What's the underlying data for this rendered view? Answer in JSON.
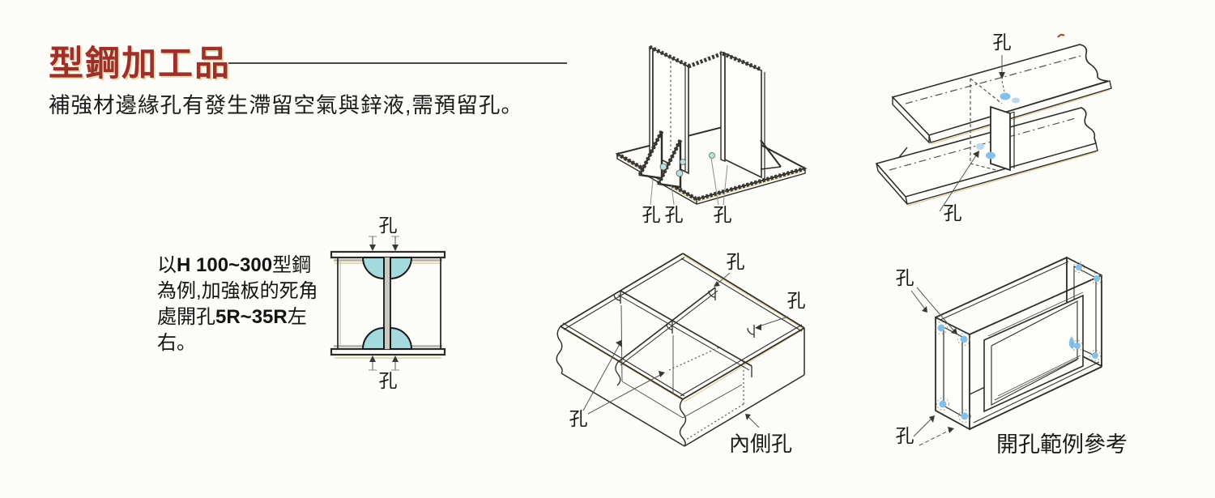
{
  "header": {
    "title": "型鋼加工品",
    "subtitle": "補強材邊緣孔有發生滯留空氣與鋅液,需預留孔。"
  },
  "note": {
    "seg1": "以",
    "seg2_bold": "H 100~300",
    "seg3": "型鋼為例,加強板的死角處開孔",
    "seg4_bold": "5R~35R",
    "seg5": "左右。"
  },
  "labels": {
    "hole": "孔",
    "inner_hole": "內側孔",
    "example_caption": "開孔範例參考"
  },
  "colors": {
    "title_red": "#9c302b",
    "scallop_teal": "#a5dadc",
    "hole_blue": "#85bfe8",
    "line_dark": "#2e2c28"
  }
}
